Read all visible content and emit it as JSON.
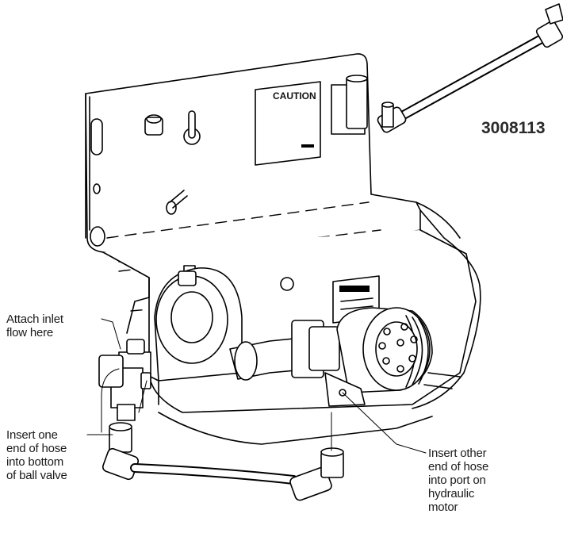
{
  "part_number": "3008113",
  "caution_label": "CAUTION",
  "callouts": {
    "attach_inlet": "Attach inlet\nflow here",
    "insert_one_end": "Insert one\nend of hose\ninto bottom\nof ball valve",
    "insert_other_end": "Insert other\nend of hose\ninto port on\nhydraulic\nmotor"
  }
}
